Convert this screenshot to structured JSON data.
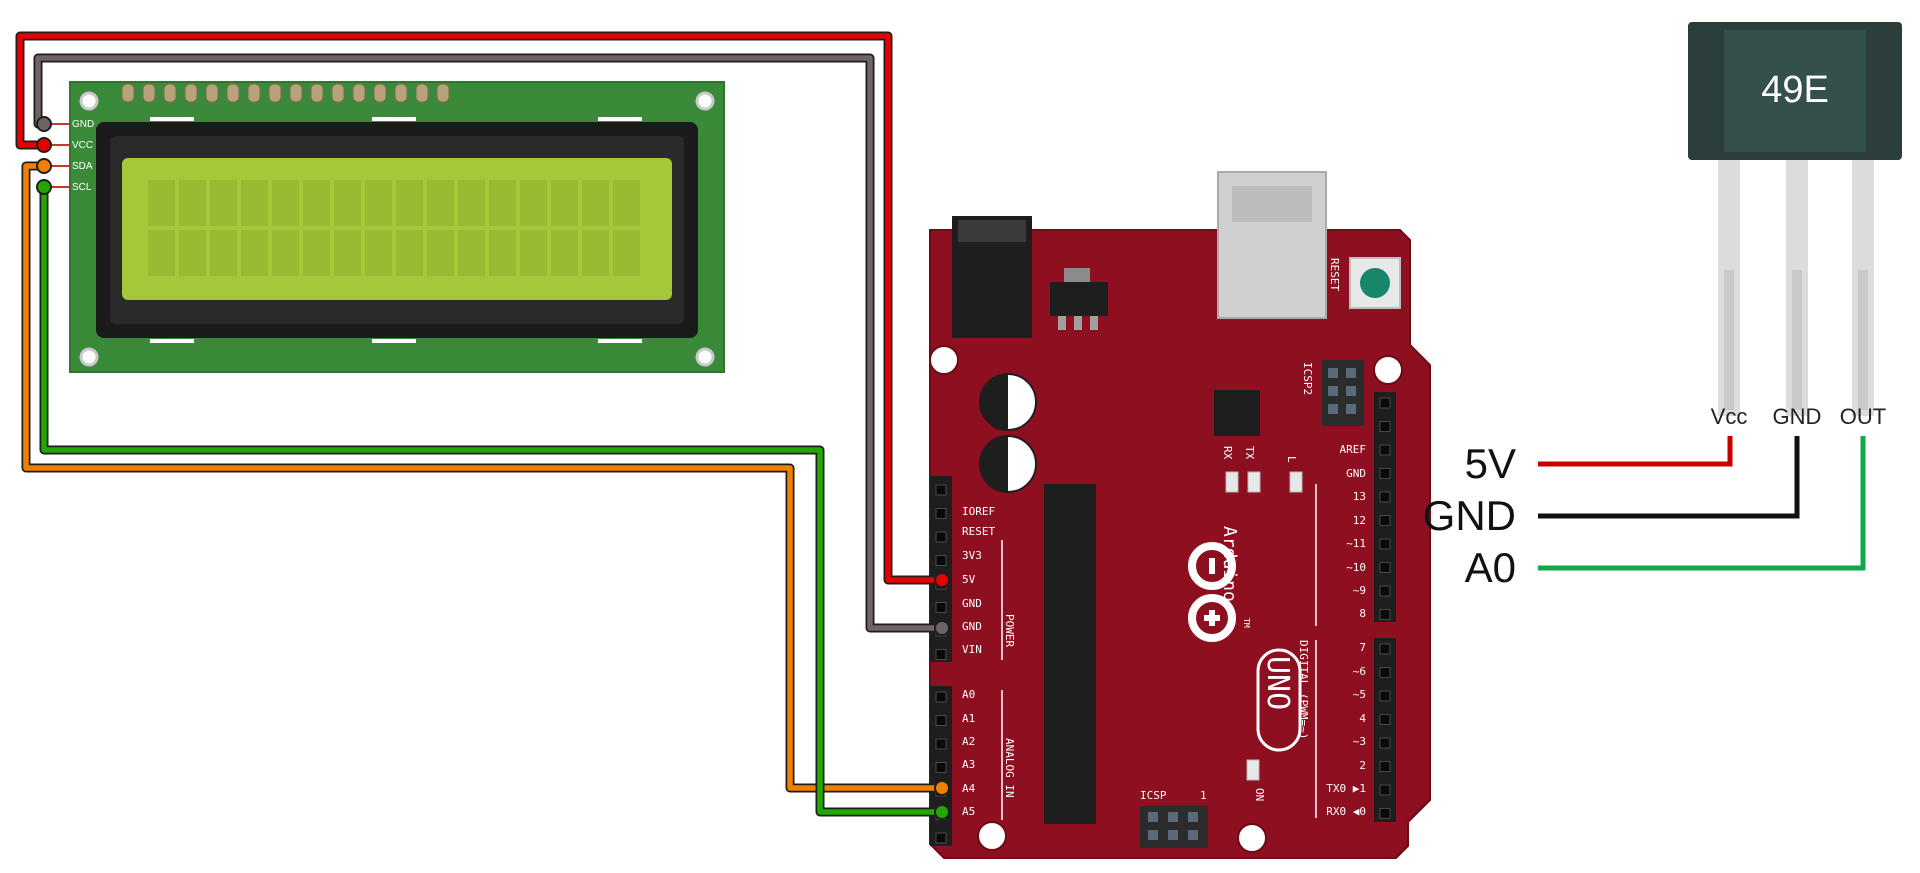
{
  "lcd": {
    "pins": [
      "GND",
      "VCC",
      "SDA",
      "SCL"
    ]
  },
  "arduino": {
    "brand": "Arduino",
    "model": "UNO",
    "tm": "TM",
    "reset_label": "RESET",
    "icsp2_label": "ICSP2",
    "icsp_label": "ICSP",
    "icsp_pin1": "1",
    "on_label": "ON",
    "led_tx": "TX",
    "led_rx": "RX",
    "led_l": "L",
    "power_header_title": "POWER",
    "analog_header_title": "ANALOG IN",
    "digital_header_title": "DIGITAL (PWM=~)",
    "power_pins": [
      "IOREF",
      "RESET",
      "3V3",
      "5V",
      "GND",
      "GND",
      "VIN"
    ],
    "analog_pins": [
      "A0",
      "A1",
      "A2",
      "A3",
      "A4",
      "A5"
    ],
    "digital_pins_top": [
      "AREF",
      "GND",
      "13",
      "12",
      "~11",
      "~10",
      "~9",
      "8"
    ],
    "digital_pins_bottom": [
      "7",
      "~6",
      "~5",
      "4",
      "~3",
      "2",
      "TX0 ▶1",
      "RX0 ◀0"
    ]
  },
  "sensor": {
    "model": "49E",
    "pins": [
      "Vcc",
      "GND",
      "OUT"
    ]
  },
  "sensor_connections": [
    "5V",
    "GND",
    "A0"
  ],
  "colors": {
    "board_red": "#8e0f1f",
    "pcb_green": "#3a8a3a",
    "lcd_screen": "#a4c83a",
    "wire_red": "#e60000",
    "wire_gray": "#6e6464",
    "wire_orange": "#f08000",
    "wire_green": "#22a800",
    "sensor_red": "#c80000",
    "sensor_black": "#111111",
    "sensor_green": "#12a848"
  }
}
